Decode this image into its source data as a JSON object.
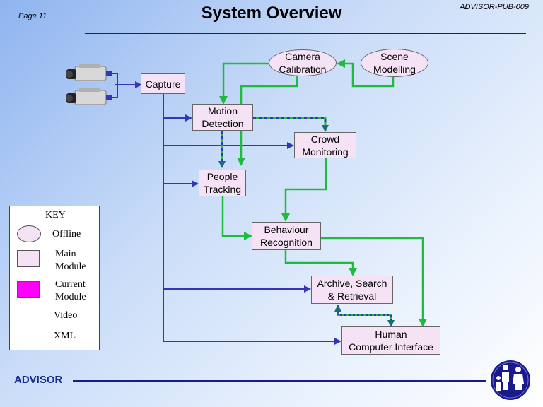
{
  "header": {
    "page_label": "Page 11",
    "title": "System Overview",
    "doc_id": "ADVISOR-PUB-009"
  },
  "footer": {
    "label": "ADVISOR"
  },
  "colors": {
    "video": "#3535b5",
    "xml": "#1ebc3c",
    "module_fill": "#f5e3f5",
    "current_module": "#ff00ff",
    "rule": "#1a1a8c"
  },
  "nodes": {
    "capture": "Capture",
    "camera_calibration": "Camera\nCalibration",
    "scene_modelling": "Scene\nModelling",
    "motion_detection": "Motion\nDetection",
    "crowd_monitoring": "Crowd\nMonitoring",
    "people_tracking": "People\nTracking",
    "behaviour_recognition": "Behaviour\nRecognition",
    "archive": "Archive, Search\n& Retrieval",
    "hci": "Human\nComputer Interface"
  },
  "key": {
    "title": "KEY",
    "offline": "Offline",
    "main_module": "Main\nModule",
    "current_module": "Current\nModule",
    "video": "Video",
    "xml": "XML"
  },
  "icons": [
    "camera-icon",
    "advisor-logo-icon"
  ]
}
